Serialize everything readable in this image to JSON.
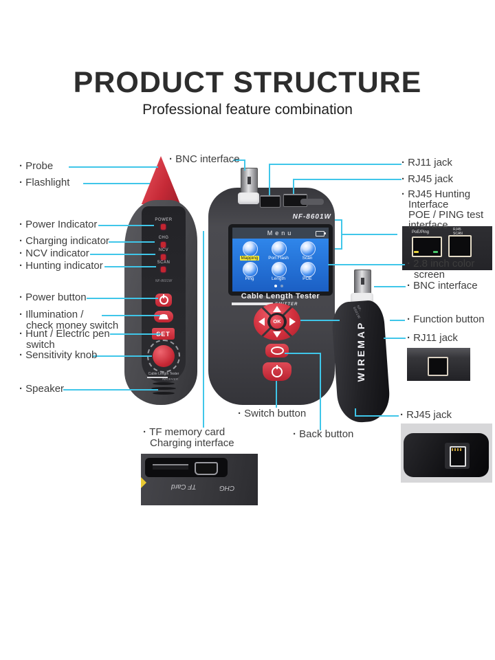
{
  "header": {
    "title": "PRODUCT STRUCTURE",
    "subtitle": "Professional feature combination"
  },
  "callouts": {
    "probe": "Probe",
    "flashlight": "Flashlight",
    "power_indicator": "Power Indicator",
    "charging_indicator": "Charging indicator",
    "ncv_indicator": "NCV indicator",
    "hunting_indicator": "Hunting indicator",
    "power_button": "Power button",
    "illumination_1": "Illumination /",
    "illumination_2": "check money switch",
    "hunt_1": "Hunt / Electric pen",
    "hunt_2": "switch",
    "sensitivity_knob": "Sensitivity knob",
    "speaker": "Speaker",
    "bnc_top": "BNC interface",
    "rj11_top": "RJ11 jack",
    "rj45_top": "RJ45 jack",
    "rj45_hunting_1": "RJ45 Hunting",
    "rj45_hunting_2": "Interface",
    "rj45_hunting_3": "POE / PING test",
    "rj45_hunting_4": "interface",
    "screen_1": "2.8 inch color",
    "screen_2": "screen",
    "bnc_right": "BNC interface",
    "function_button": "Function button",
    "rj11_right": "RJ11 jack",
    "rj45_right": "RJ45 jack",
    "switch_button": "Switch button",
    "back_button": "Back button",
    "tf_1": "TF memory card",
    "tf_2": "Charging interface"
  },
  "receiver": {
    "indicators": [
      "POWER",
      "CHG",
      "NCV",
      "SCAN"
    ],
    "model": "NF-8601W",
    "set_label": "SET",
    "footer": "Cable Length Tester",
    "footer_sub": "RECEIVER"
  },
  "emitter": {
    "model": "NF-8601W",
    "menu_title": "Menu",
    "menu_items": [
      "Mapping",
      "Port Flash",
      "Scan",
      "Ping",
      "Length",
      "POE"
    ],
    "footer": "Cable Length Tester",
    "footer_sub": "EMITTER",
    "ok": "OK"
  },
  "remote": {
    "model": "NF-8601W",
    "brand": "WIREMAP"
  },
  "insets": {
    "poe_left": "PoE/Ping",
    "poe_right_1": "RJ45",
    "poe_right_2": "SCAN",
    "tf_card": "TF Card",
    "chg": "CHG"
  },
  "colors": {
    "callout_line": "#3fc6e9",
    "accent_red": "#d2303d",
    "screen_blue": "#2374da",
    "highlight_yellow": "#f5ec3a"
  }
}
